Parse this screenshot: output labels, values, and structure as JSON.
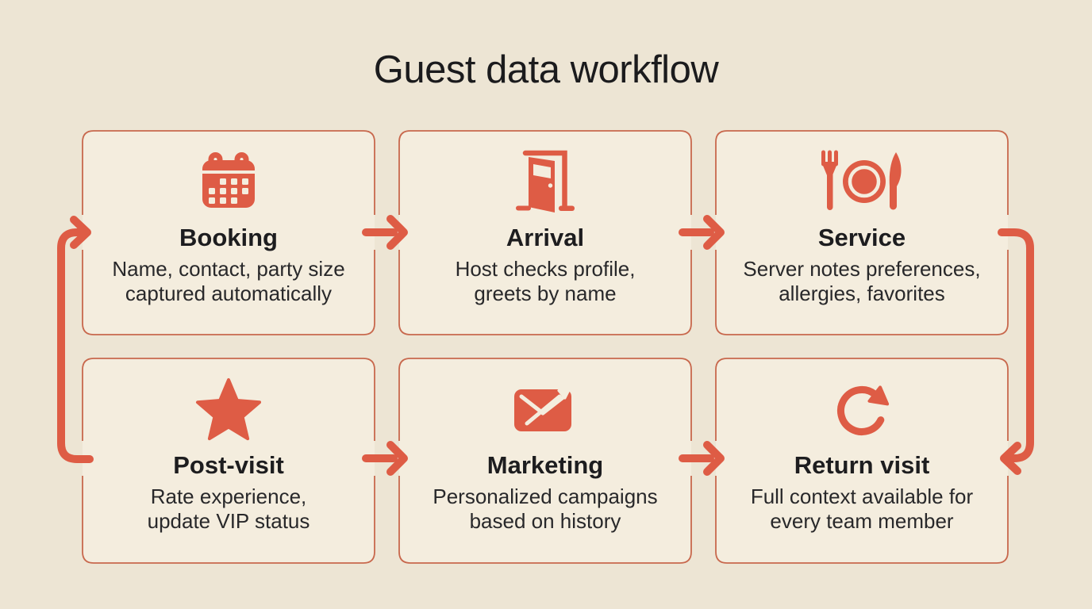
{
  "page": {
    "title": "Guest data workflow",
    "colors": {
      "background": "#EDE5D4",
      "card_fill": "#F4EDDE",
      "card_border": "#C8684D",
      "accent": "#DE5C45",
      "heading_text": "#1B1B1D",
      "body_text": "#28282A"
    }
  },
  "cards": [
    {
      "id": "booking",
      "icon": "calendar-icon",
      "title": "Booking",
      "desc_lines": [
        "Name, contact, party size",
        "captured automatically"
      ]
    },
    {
      "id": "arrival",
      "icon": "door-icon",
      "title": "Arrival",
      "desc_lines": [
        "Host checks profile,",
        "greets by name"
      ]
    },
    {
      "id": "service",
      "icon": "restaurant-icon",
      "title": "Service",
      "desc_lines": [
        "Server notes preferences,",
        "allergies, favorites"
      ]
    },
    {
      "id": "post-visit",
      "icon": "star-icon",
      "title": "Post-visit",
      "desc_lines": [
        "Rate experience,",
        "update VIP status"
      ]
    },
    {
      "id": "marketing",
      "icon": "envelope-trend-icon",
      "title": "Marketing",
      "desc_lines": [
        "Personalized campaigns",
        "based on history"
      ]
    },
    {
      "id": "return-visit",
      "icon": "refresh-icon",
      "title": "Return visit",
      "desc_lines": [
        "Full context available for",
        "every team member"
      ]
    }
  ],
  "connections": [
    {
      "from": "Booking",
      "to": "Arrival",
      "style": "straight-right"
    },
    {
      "from": "Arrival",
      "to": "Service",
      "style": "straight-right"
    },
    {
      "from": "Service",
      "to": "Return visit",
      "style": "wrap-right-side-down"
    },
    {
      "from": "Post-visit",
      "to": "Marketing",
      "style": "straight-right"
    },
    {
      "from": "Marketing",
      "to": "Return visit",
      "style": "straight-right"
    },
    {
      "from": "Post-visit",
      "to": "Booking",
      "style": "wrap-left-side-up"
    }
  ]
}
